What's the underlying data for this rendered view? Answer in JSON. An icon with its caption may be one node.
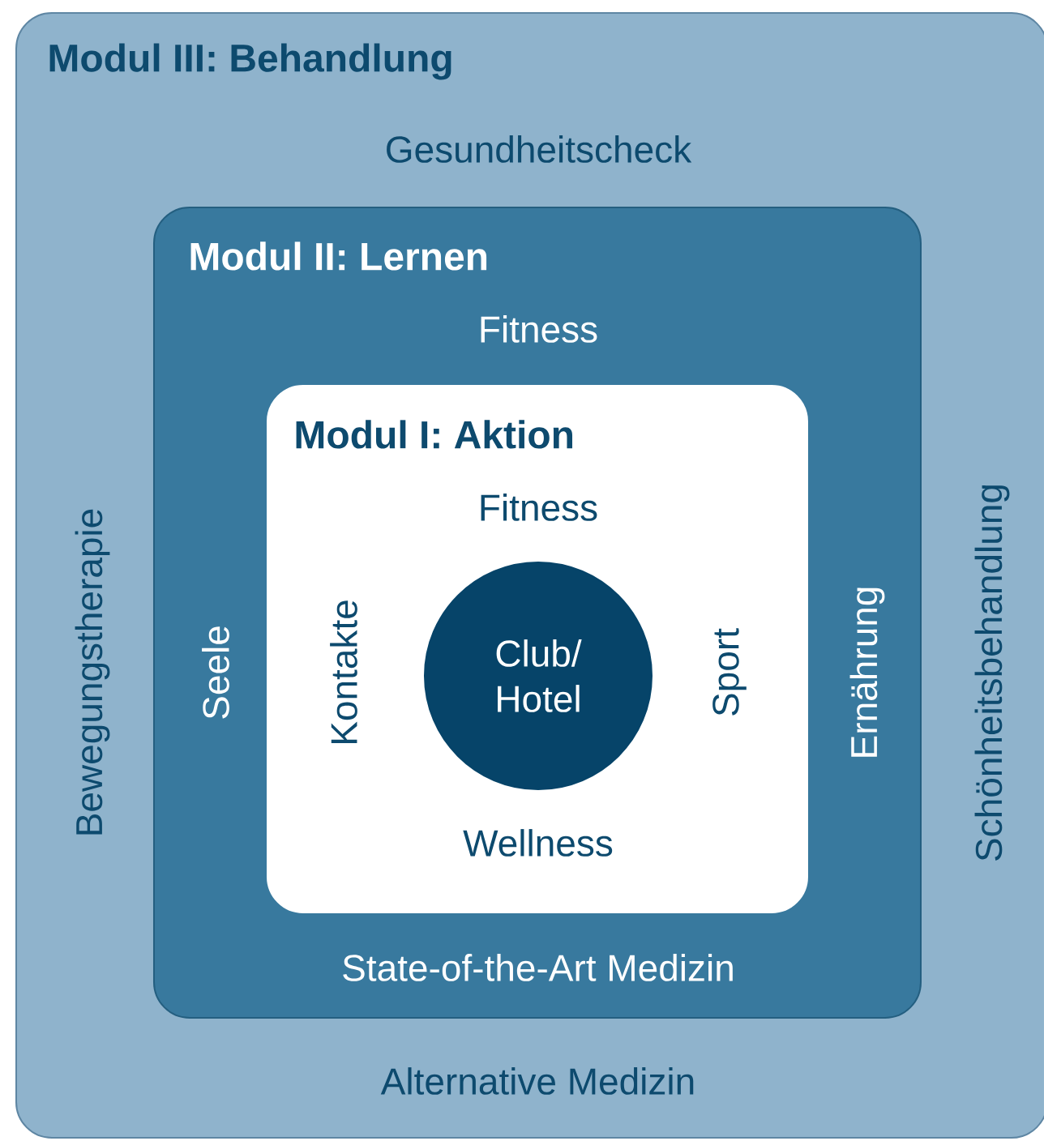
{
  "diagram": {
    "nodes": [
      {
        "text": [
          "Modul III: Behandlung",
          "Gesundheitscheck",
          "Bewegungstherapie",
          "Schönheitsbehandlung",
          "Alternative Medizin"
        ]
      },
      {
        "text": [
          "Modul II: Lernen",
          "Fitness",
          "Seele",
          "Ernährung",
          "State-of-the-Art Medizin"
        ],
        "in": 0
      },
      {
        "text": [
          "Modul I: Aktion",
          "Fitness",
          "Kontakte",
          "Sport",
          "Wellness"
        ],
        "in": 1
      },
      {
        "text": [
          "Club/ Hotel"
        ],
        "in": 2
      }
    ]
  }
}
